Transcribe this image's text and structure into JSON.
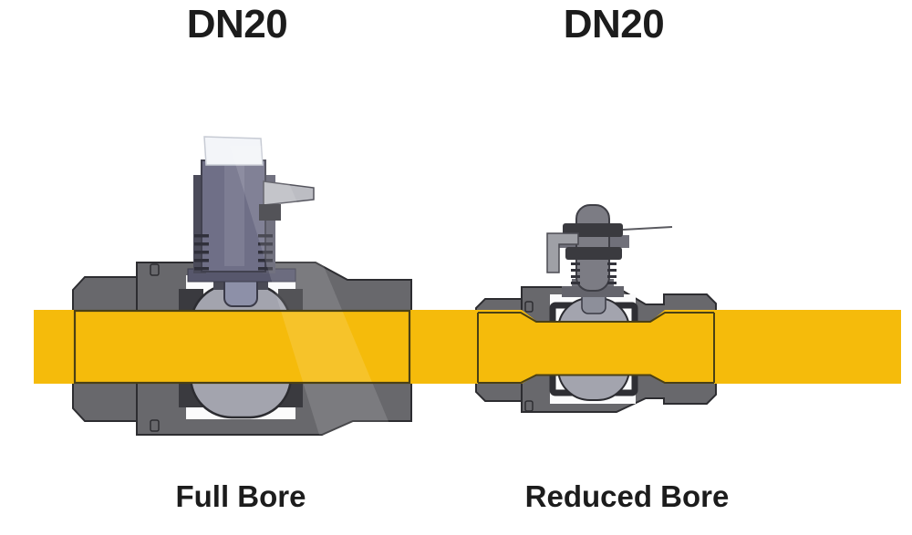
{
  "diagram": {
    "left_valve": {
      "size_label": "DN20",
      "bore_label": "Full Bore",
      "bore_type": "full bore ball valve cross-section"
    },
    "right_valve": {
      "size_label": "DN20",
      "bore_label": "Reduced Bore",
      "bore_type": "reduced bore ball valve cross-section"
    }
  },
  "colors": {
    "background": "#FFFFFF",
    "pipe_yellow": "#F5BB0B",
    "valve_body_gray": "#68686C",
    "outline_dark": "#2D2D31",
    "ball_gray": "#A3A4AE",
    "seat_dark": "#3A3A3F",
    "stem_blue_gray": "#6F6F87",
    "handle_white": "#F3F5F9",
    "lever_gray": "#BCBDC3",
    "bore_outline_dark_olive": "#4A4015",
    "label_text": "#1C1C1C"
  }
}
